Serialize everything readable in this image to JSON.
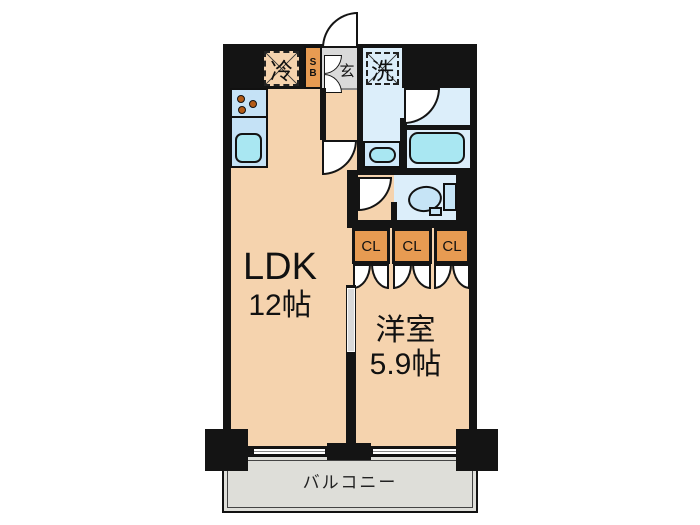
{
  "floorplan": {
    "rooms": {
      "ldk": {
        "name": "LDK",
        "size": "12帖"
      },
      "western": {
        "name": "洋室",
        "size": "5.9帖"
      },
      "balcony": {
        "name": "バルコニー"
      }
    },
    "closets": [
      {
        "label": "CL"
      },
      {
        "label": "CL"
      },
      {
        "label": "CL"
      }
    ],
    "fixtures": {
      "entrance": "玄",
      "refrigerator": "冷",
      "washer": "洗",
      "shoebox": "SB"
    },
    "colors": {
      "wall": "#141414",
      "room": "#f5d3ae",
      "closet": "#e79b52",
      "sanitary": "#dceefa",
      "fixture": "#a9e7f2",
      "counter": "#c5e2f6",
      "basin_box": "#cfe9fa",
      "toilet": "#c6e4f6",
      "genkan": "#dadada",
      "balcony": "#deded9",
      "burner": "#b35b17"
    }
  }
}
